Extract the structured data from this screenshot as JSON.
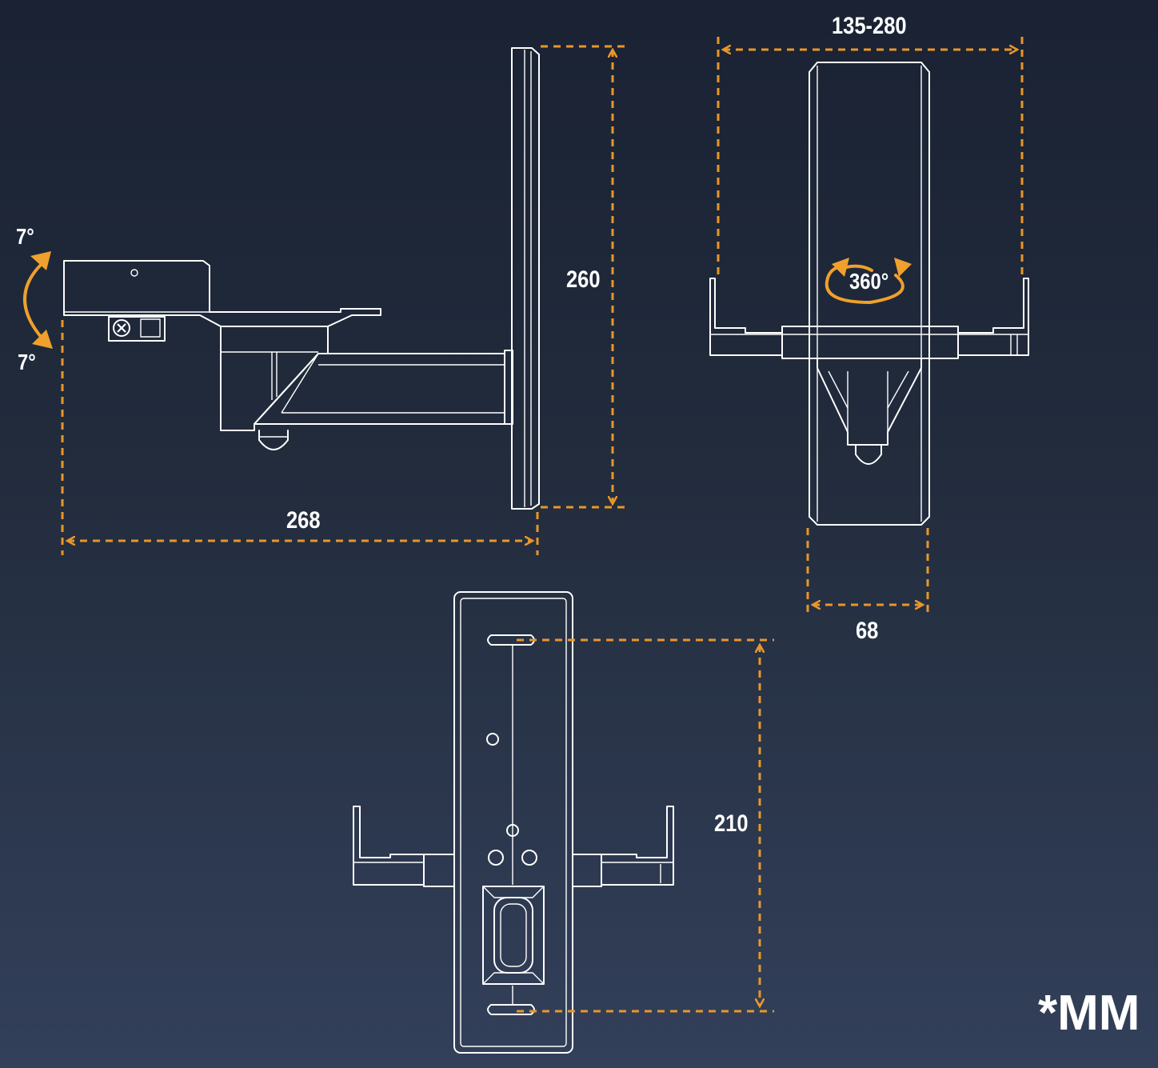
{
  "dimensions": {
    "depth": "268",
    "height": "260",
    "clamp_width": "135-280",
    "plate_width": "68",
    "hole_spacing": "210"
  },
  "tilt": {
    "up": "7°",
    "down": "7°"
  },
  "rotation": "360°",
  "unit": "*MM",
  "colors": {
    "background_top": "#1a2233",
    "background_bottom": "#33405a",
    "accent": "#e8962a",
    "line": "#ffffff"
  }
}
